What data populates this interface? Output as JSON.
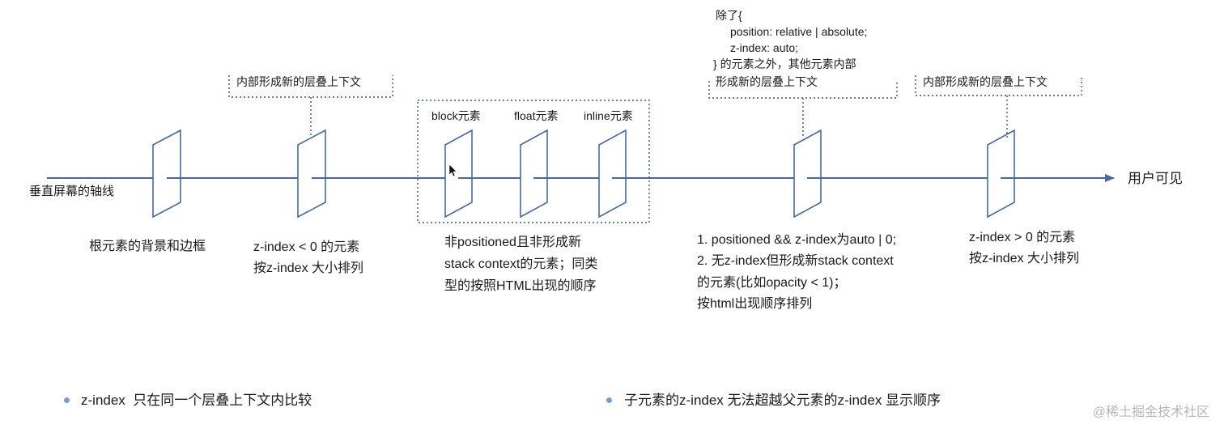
{
  "axis": {
    "left_label": "垂直屏幕的轴线",
    "right_label": "用户可见",
    "color": "#4a6a9a"
  },
  "layers": {
    "root": "根元素的背景和边框",
    "neg_z": [
      "z-index < 0 的元素",
      "按z-index 大小排列"
    ],
    "non_positioned": [
      "非positioned且非形成新",
      "stack context的元素；同类",
      "型的按照HTML出现的顺序"
    ],
    "zero_z": [
      "1. positioned && z-index为auto | 0;",
      "2. 无z-index但形成新stack context",
      "的元素(比如opacity < 1)；",
      "按html出现顺序排列"
    ],
    "pos_z": [
      "z-index > 0 的元素",
      "按z-index 大小排列"
    ]
  },
  "sublayers": {
    "block": "block元素",
    "float": "float元素",
    "inline": "inline元素"
  },
  "notes": {
    "neg_context": "内部形成新的层叠上下文",
    "zero_context": [
      "除了{",
      "position: relative | absolute;",
      "z-index: auto;",
      "} 的元素之外，其他元素内部",
      "形成新的层叠上下文"
    ],
    "pos_context": "内部形成新的层叠上下文"
  },
  "bullets": [
    "z-index  只在同一个层叠上下文内比较",
    "子元素的z-index 无法超越父元素的z-index 显示顺序"
  ],
  "watermark": "@稀土掘金技术社区",
  "colors": {
    "line": "#4a6a9a",
    "dotted": "#3a5580",
    "bullet": "#7d9dc7"
  }
}
